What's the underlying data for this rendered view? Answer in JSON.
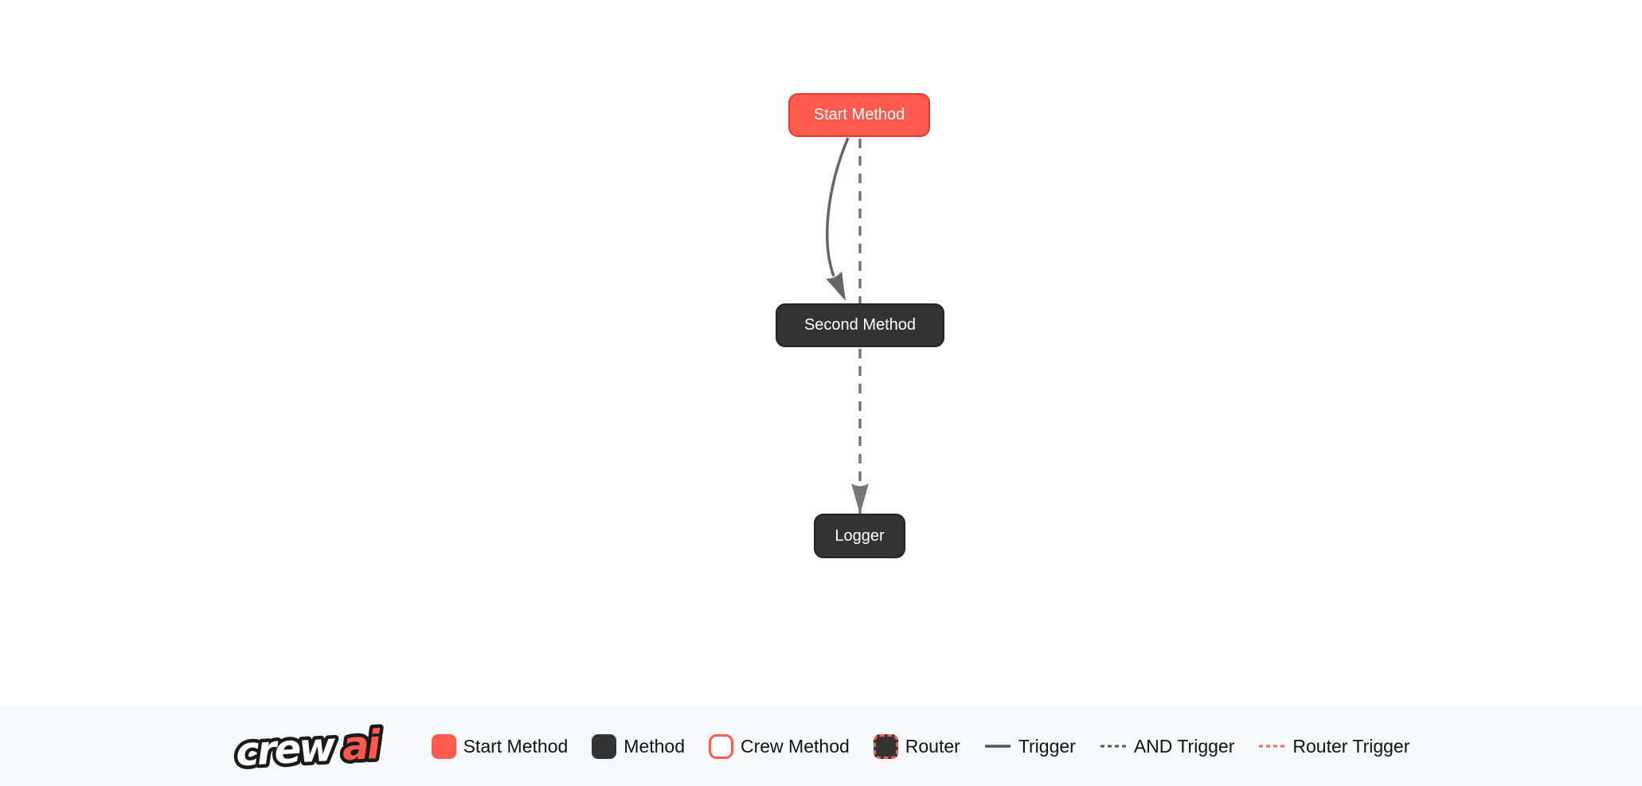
{
  "diagram": {
    "nodes": [
      {
        "id": "start_method",
        "label": "Start Method",
        "type": "start-method"
      },
      {
        "id": "second_method",
        "label": "Second Method",
        "type": "method"
      },
      {
        "id": "logger",
        "label": "Logger",
        "type": "method"
      }
    ],
    "edges": [
      {
        "from": "start_method",
        "to": "second_method",
        "type": "trigger",
        "style": "solid-curved"
      },
      {
        "from": "start_method",
        "to": "logger",
        "type": "and-trigger",
        "style": "dashed-straight"
      }
    ]
  },
  "legend": {
    "logo": {
      "part1": "crew",
      "part2": "ai"
    },
    "items": [
      {
        "label": "Start Method",
        "swatch": "start-method-square"
      },
      {
        "label": "Method",
        "swatch": "method-square"
      },
      {
        "label": "Crew Method",
        "swatch": "crew-method-square"
      },
      {
        "label": "Router",
        "swatch": "router-square"
      },
      {
        "label": "Trigger",
        "swatch": "solid-line"
      },
      {
        "label": "AND Trigger",
        "swatch": "dashed-line"
      },
      {
        "label": "Router Trigger",
        "swatch": "red-dashed-line"
      }
    ]
  },
  "colors": {
    "bg": "#FFFFFF",
    "start": "#FF5A50",
    "method": "#333333",
    "edge": "#666666",
    "and-edge": "#777777",
    "router-edge": "#F2695F",
    "node-text": "#FFFFFF",
    "legend-bg": "#F7F8FA",
    "legend-text": "#121212"
  }
}
